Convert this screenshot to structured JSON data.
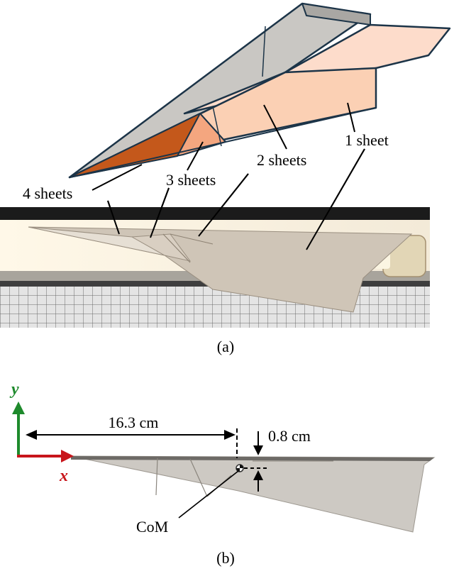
{
  "panel_a": {
    "caption": "(a)",
    "labels": {
      "four_sheets": "4 sheets",
      "three_sheets": "3 sheets",
      "two_sheets": "2 sheets",
      "one_sheet": "1 sheet"
    }
  },
  "panel_b": {
    "caption": "(b)",
    "axis_y": "y",
    "axis_x": "x",
    "length_dim": "16.3 cm",
    "height_dim": "0.8 cm",
    "com_label": "CoM"
  },
  "colors": {
    "paper_grey": "#c8c6c2",
    "orange_dark": "#c4581b",
    "orange_mid": "#f0a47c",
    "peach": "#fbcdb0",
    "peach_light": "#fde3d3",
    "outline": "#1c3448",
    "y_axis_green": "#1e8a2c",
    "x_axis_red": "#c8151b"
  }
}
